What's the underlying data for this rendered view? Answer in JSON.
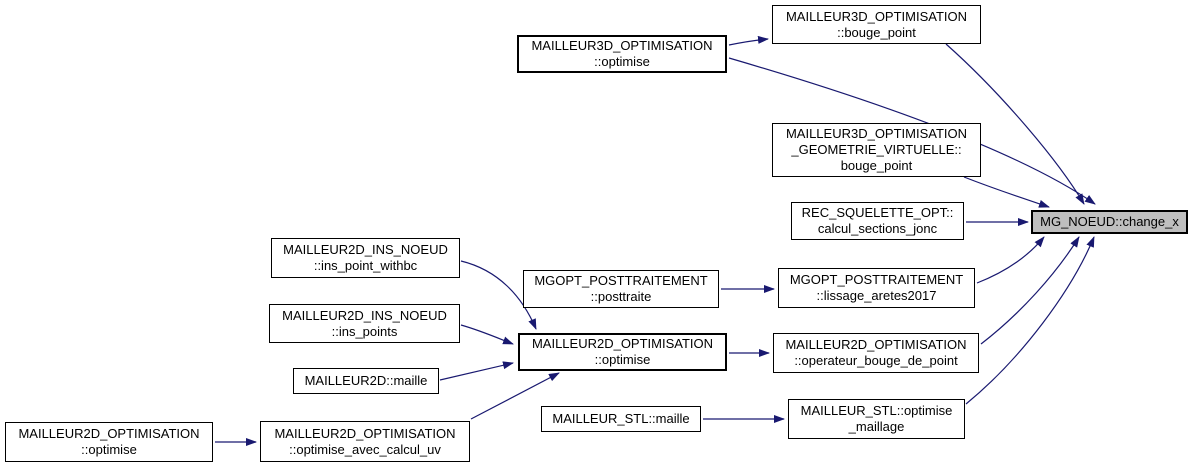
{
  "diagram": {
    "type": "call-graph",
    "highlighted_node": "MG_NOEUD::change_x",
    "nodes": [
      {
        "id": "mailleur3d-optimisation-bouge-point",
        "lines": [
          "MAILLEUR3D_OPTIMISATION",
          "::bouge_point"
        ]
      },
      {
        "id": "mailleur3d-optimisation-optimise",
        "lines": [
          "MAILLEUR3D_OPTIMISATION",
          "::optimise"
        ]
      },
      {
        "id": "mailleur3d-optimisation-geometrie-virtuelle-bouge-point",
        "lines": [
          "MAILLEUR3D_OPTIMISATION",
          "_GEOMETRIE_VIRTUELLE::",
          "bouge_point"
        ]
      },
      {
        "id": "rec-squelette-opt-calcul-sections-jonc",
        "lines": [
          "REC_SQUELETTE_OPT::",
          "calcul_sections_jonc"
        ]
      },
      {
        "id": "mg-noeud-change-x",
        "lines": [
          "MG_NOEUD::change_x"
        ],
        "highlighted": true
      },
      {
        "id": "mailleur2d-ins-noeud-ins-point-withbc",
        "lines": [
          "MAILLEUR2D_INS_NOEUD",
          "::ins_point_withbc"
        ]
      },
      {
        "id": "mailleur2d-ins-noeud-ins-points",
        "lines": [
          "MAILLEUR2D_INS_NOEUD",
          "::ins_points"
        ]
      },
      {
        "id": "mgopt-posttraitement-posttraite",
        "lines": [
          "MGOPT_POSTTRAITEMENT",
          "::posttraite"
        ]
      },
      {
        "id": "mgopt-posttraitement-lissage-aretes2017",
        "lines": [
          "MGOPT_POSTTRAITEMENT",
          "::lissage_aretes2017"
        ]
      },
      {
        "id": "mailleur2d-optimisation-optimise",
        "lines": [
          "MAILLEUR2D_OPTIMISATION",
          "::optimise"
        ]
      },
      {
        "id": "mailleur2d-optimisation-operateur-bouge-de-point",
        "lines": [
          "MAILLEUR2D_OPTIMISATION",
          "::operateur_bouge_de_point"
        ]
      },
      {
        "id": "mailleur2d-maille",
        "lines": [
          "MAILLEUR2D::maille"
        ]
      },
      {
        "id": "mailleur-stl-maille",
        "lines": [
          "MAILLEUR_STL::maille"
        ]
      },
      {
        "id": "mailleur2d-optimisation-optimise-avec-calcul-uv",
        "lines": [
          "MAILLEUR2D_OPTIMISATION",
          "::optimise_avec_calcul_uv"
        ]
      },
      {
        "id": "mailleur2d-optimisation-optimise-2",
        "lines": [
          "MAILLEUR2D_OPTIMISATION",
          "::optimise"
        ]
      },
      {
        "id": "mailleur-stl-optimise-maillage",
        "lines": [
          "MAILLEUR_STL::optimise",
          "_maillage"
        ]
      }
    ],
    "edges": [
      {
        "from": "mailleur3d-optimisation-optimise",
        "to": "mailleur3d-optimisation-bouge-point"
      },
      {
        "from": "mailleur3d-optimisation-optimise",
        "to": "mg-noeud-change-x"
      },
      {
        "from": "mailleur3d-optimisation-bouge-point",
        "to": "mg-noeud-change-x"
      },
      {
        "from": "mailleur3d-optimisation-geometrie-virtuelle-bouge-point",
        "to": "mg-noeud-change-x"
      },
      {
        "from": "rec-squelette-opt-calcul-sections-jonc",
        "to": "mg-noeud-change-x"
      },
      {
        "from": "mgopt-posttraitement-posttraite",
        "to": "mgopt-posttraitement-lissage-aretes2017"
      },
      {
        "from": "mgopt-posttraitement-lissage-aretes2017",
        "to": "mg-noeud-change-x"
      },
      {
        "from": "mailleur2d-ins-noeud-ins-point-withbc",
        "to": "mailleur2d-optimisation-optimise"
      },
      {
        "from": "mailleur2d-ins-noeud-ins-points",
        "to": "mailleur2d-optimisation-optimise"
      },
      {
        "from": "mailleur2d-maille",
        "to": "mailleur2d-optimisation-optimise"
      },
      {
        "from": "mailleur2d-optimisation-optimise-avec-calcul-uv",
        "to": "mailleur2d-optimisation-optimise"
      },
      {
        "from": "mailleur2d-optimisation-optimise-2",
        "to": "mailleur2d-optimisation-optimise-avec-calcul-uv"
      },
      {
        "from": "mailleur2d-optimisation-optimise",
        "to": "mailleur2d-optimisation-operateur-bouge-de-point"
      },
      {
        "from": "mailleur2d-optimisation-operateur-bouge-de-point",
        "to": "mg-noeud-change-x"
      },
      {
        "from": "mailleur-stl-maille",
        "to": "mailleur-stl-optimise-maillage"
      },
      {
        "from": "mailleur-stl-optimise-maillage",
        "to": "mg-noeud-change-x"
      }
    ]
  },
  "colors": {
    "edge": "#191970",
    "node_border": "#000000",
    "node_fill": "#ffffff",
    "highlight_fill": "#bfbfbf",
    "background": "#ffffff",
    "text": "#000000"
  }
}
